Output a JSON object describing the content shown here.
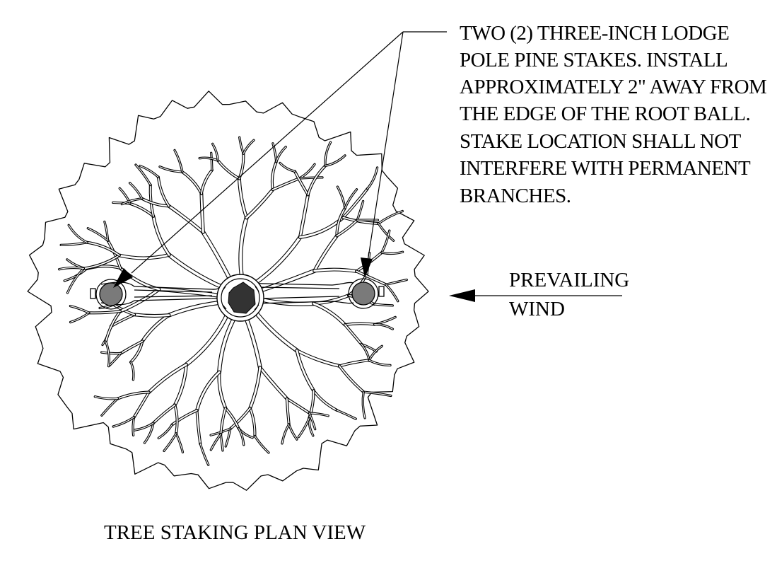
{
  "note": {
    "lines": [
      "TWO (2) THREE-INCH LODGE",
      "POLE PINE STAKES. INSTALL",
      "APPROXIMATELY 2\" AWAY FROM",
      "THE EDGE OF THE ROOT BALL.",
      "STAKE LOCATION SHALL NOT",
      "INTERFERE WITH PERMANENT",
      "BRANCHES."
    ]
  },
  "wind": {
    "line1": "PREVAILING",
    "line2": "WIND"
  },
  "title": "TREE STAKING PLAN VIEW",
  "colors": {
    "ink": "#000000",
    "stake_fill": "#7a7a7a",
    "trunk_fill": "#333333",
    "background": "#ffffff"
  }
}
